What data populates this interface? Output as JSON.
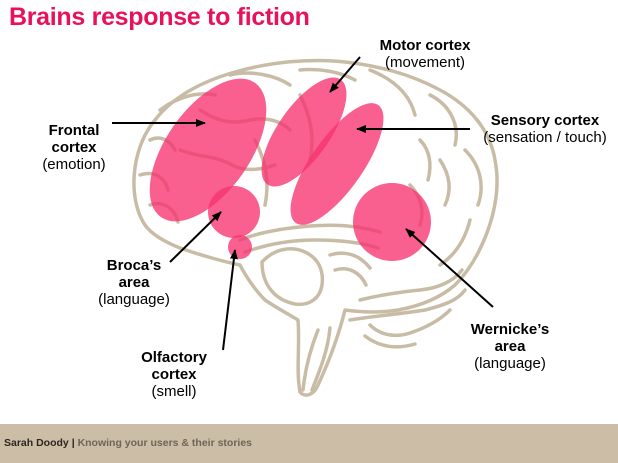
{
  "title": "Brains response to fiction",
  "colors": {
    "title": "#e8125c",
    "highlight": "#f7336f",
    "brain_outline": "#c9bca6",
    "footer_bg": "#ccbea6"
  },
  "regions": [
    {
      "id": "frontal",
      "bold": [
        "Frontal",
        "cortex"
      ],
      "normal": "(emotion)"
    },
    {
      "id": "motor",
      "bold": [
        "Motor cortex"
      ],
      "normal": "(movement)"
    },
    {
      "id": "sensory",
      "bold": [
        "Sensory cortex"
      ],
      "normal": "(sensation / touch)"
    },
    {
      "id": "broca",
      "bold": [
        "Broca’s",
        "area"
      ],
      "normal": "(language)"
    },
    {
      "id": "olfactory",
      "bold": [
        "Olfactory",
        "cortex"
      ],
      "normal": "(smell)"
    },
    {
      "id": "wernicke",
      "bold": [
        "Wernicke’s",
        "area"
      ],
      "normal": "(language)"
    }
  ],
  "footer": {
    "author": "Sarah Doody",
    "separator": "|",
    "subtitle": "Knowing your users & their stories"
  }
}
